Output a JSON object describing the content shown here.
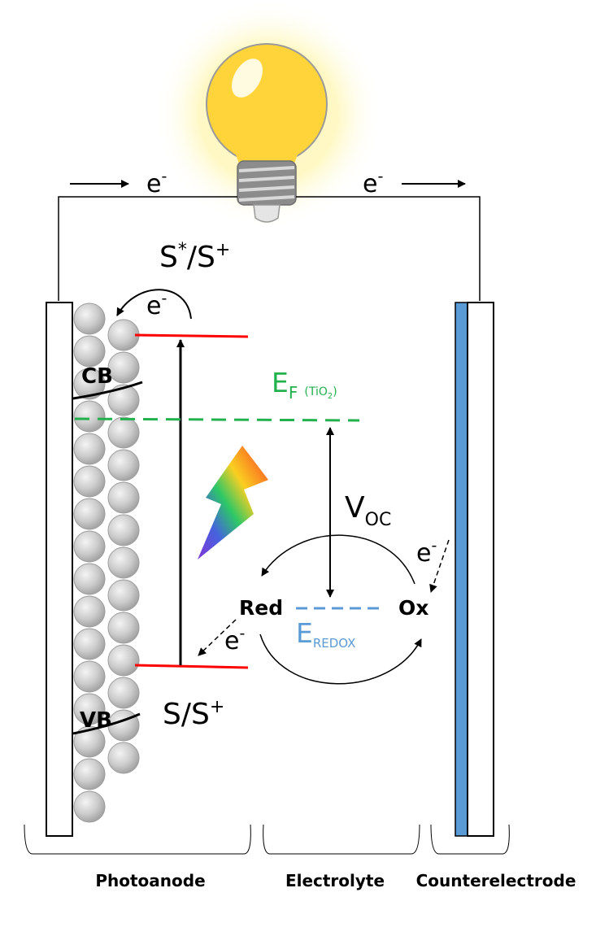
{
  "labels": {
    "electron": "e",
    "minus": "-",
    "plus": "+",
    "excited_state_s": "S",
    "excited_state_star": "*",
    "excited_state_rest": "/S",
    "ground_state": "S/S",
    "cb": "CB",
    "vb": "VB",
    "fermi_e": "E",
    "fermi_f": "F",
    "fermi_tio2_open": "(TiO",
    "fermi_tio2_sub": "2",
    "fermi_tio2_close": ")",
    "voc_v": "V",
    "voc_sub": "OC",
    "redox_e": "E",
    "redox_sub": "REDOX",
    "red": "Red",
    "ox": "Ox"
  },
  "sections": {
    "photoanode": "Photoanode",
    "electrolyte": "Electrolyte",
    "counterelectrode": "Counterelectrode"
  },
  "colors": {
    "fermi_level": "#22b14c",
    "redox_level": "#5b9bd5",
    "energy_level": "#ff0000",
    "counter_electrode": "#5b9bd5",
    "bulb_glass": "#ffd43b",
    "bulb_glow": "#fff6b0",
    "nanoparticle": "#c8c8c8"
  },
  "icons": {
    "light_bulb": "light-bulb-icon",
    "light_bolt": "rainbow-lightning-icon"
  }
}
